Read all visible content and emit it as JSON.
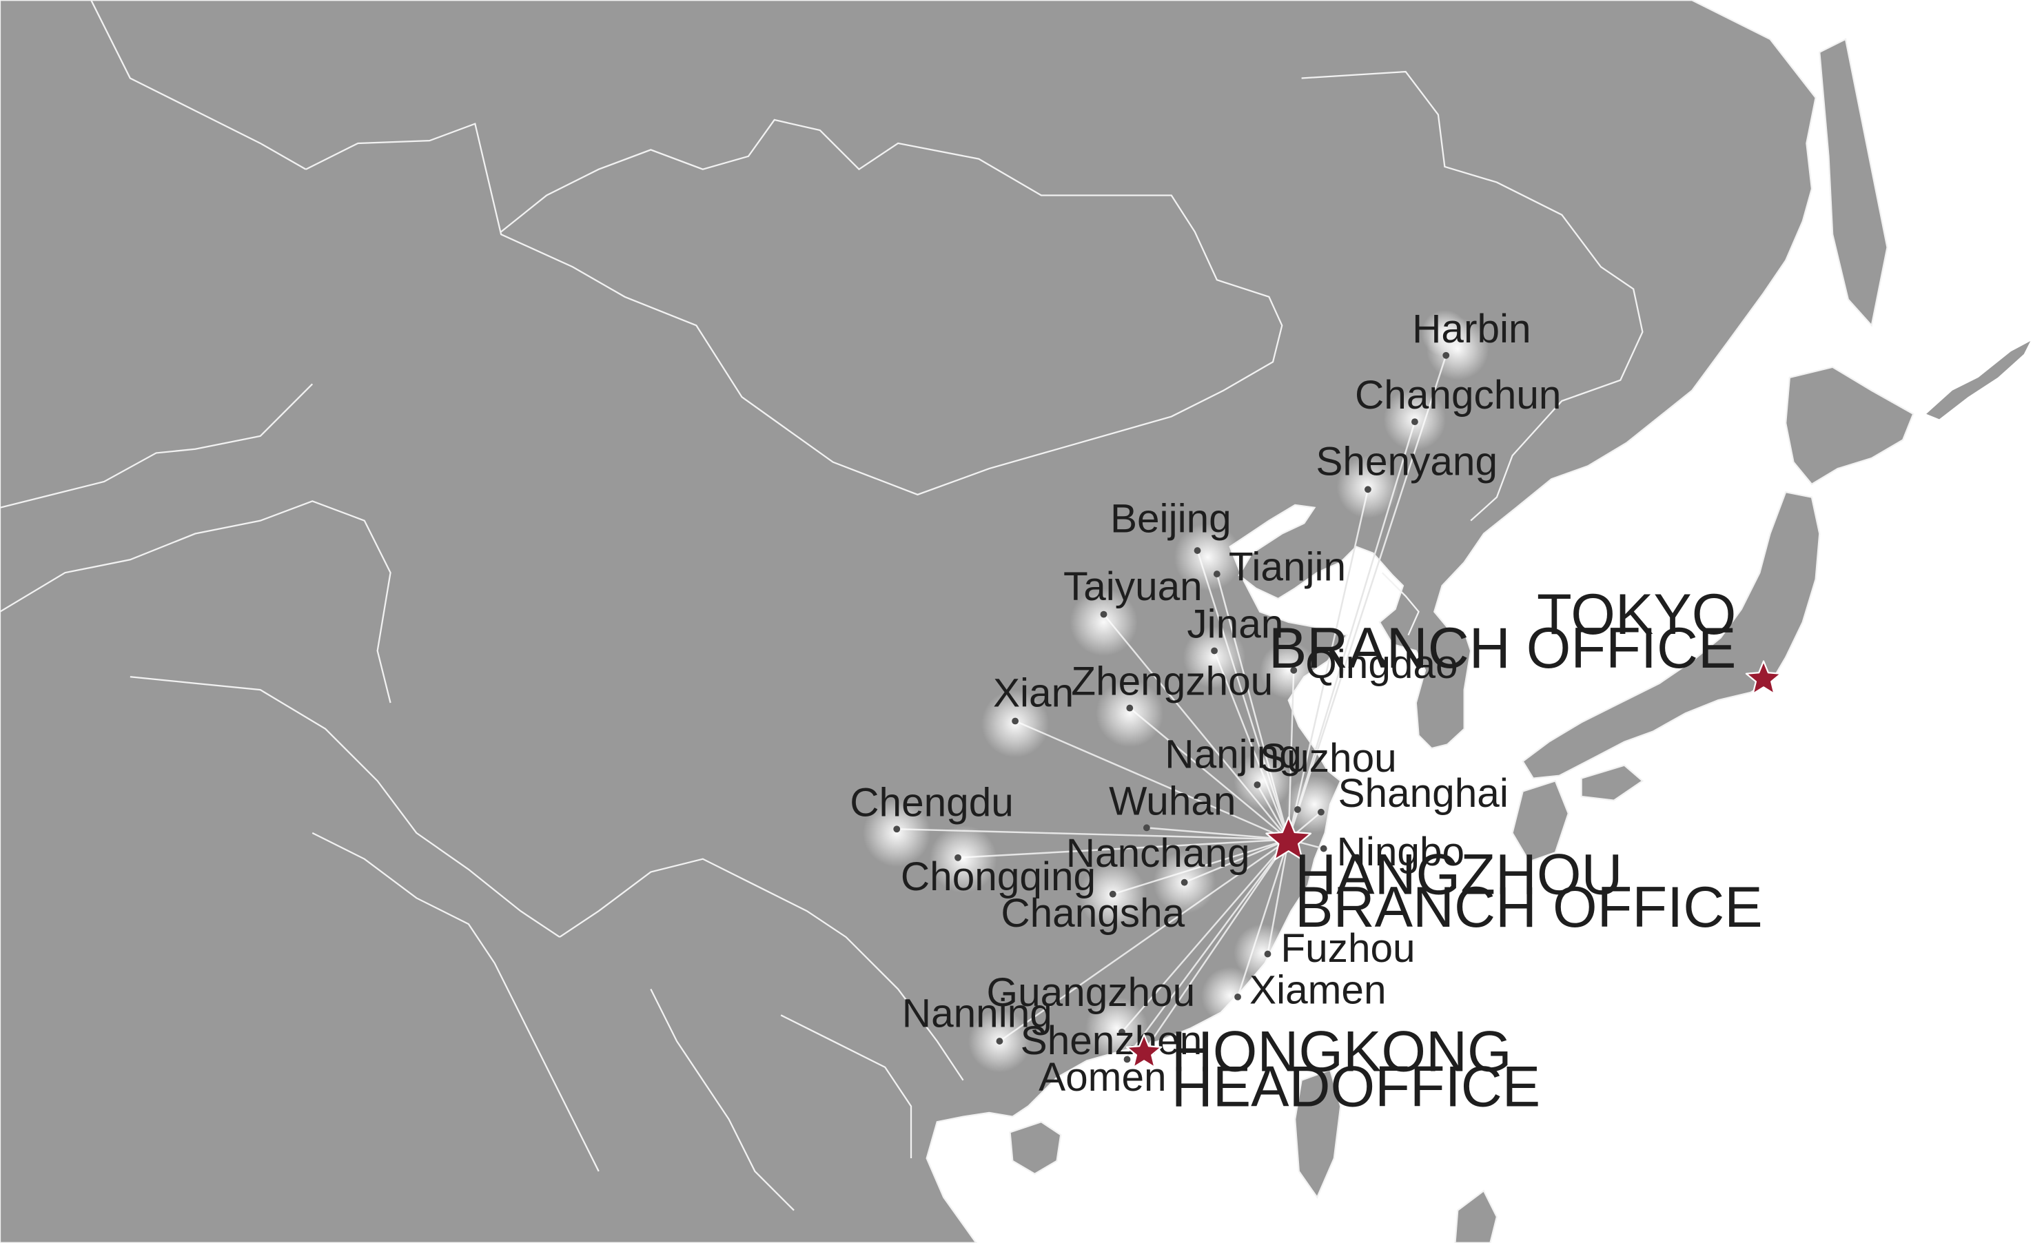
{
  "map": {
    "colors": {
      "land": "#999999",
      "border": "#f2f2f2",
      "sea": "#ffffff",
      "route": "#e6e6e6",
      "office_star": "#9a1a30",
      "city_dot": "#4a4a4a",
      "label": "#1e1e1e"
    },
    "hub": "Hangzhou",
    "offices": [
      {
        "id": "hangzhou",
        "lines": [
          "HANGZHOU",
          "BRANCH OFFICE"
        ],
        "icon": "star-icon"
      },
      {
        "id": "hongkong",
        "lines": [
          "HONGKONG",
          "HEADOFFICE"
        ],
        "icon": "star-icon"
      },
      {
        "id": "tokyo",
        "lines": [
          "TOKYO",
          "BRANCH OFFICE"
        ],
        "icon": "star-icon"
      }
    ],
    "cities": [
      {
        "id": "harbin",
        "name": "Harbin"
      },
      {
        "id": "changchun",
        "name": "Changchun"
      },
      {
        "id": "shenyang",
        "name": "Shenyang"
      },
      {
        "id": "beijing",
        "name": "Beijing"
      },
      {
        "id": "tianjin",
        "name": "Tianjin"
      },
      {
        "id": "taiyuan",
        "name": "Taiyuan"
      },
      {
        "id": "jinan",
        "name": "Jinan"
      },
      {
        "id": "qingdao",
        "name": "Qingdao"
      },
      {
        "id": "zhengzhou",
        "name": "Zhengzhou"
      },
      {
        "id": "xian",
        "name": "Xian"
      },
      {
        "id": "nanjing",
        "name": "Nanjing"
      },
      {
        "id": "suzhou",
        "name": "Suzhou"
      },
      {
        "id": "shanghai",
        "name": "Shanghai"
      },
      {
        "id": "chengdu",
        "name": "Chengdu"
      },
      {
        "id": "wuhan",
        "name": "Wuhan"
      },
      {
        "id": "nanchang",
        "name": "Nanchang"
      },
      {
        "id": "chongqing",
        "name": "Chongqing"
      },
      {
        "id": "changsha",
        "name": "Changsha"
      },
      {
        "id": "ningbo",
        "name": "Ningbo"
      },
      {
        "id": "fuzhou",
        "name": "Fuzhou"
      },
      {
        "id": "xiamen",
        "name": "Xiamen"
      },
      {
        "id": "guangzhou",
        "name": "Guangzhou"
      },
      {
        "id": "nanning",
        "name": "Nanning"
      },
      {
        "id": "shenzhen",
        "name": "Shenzhen"
      },
      {
        "id": "aomen",
        "name": "Aomen"
      }
    ]
  }
}
